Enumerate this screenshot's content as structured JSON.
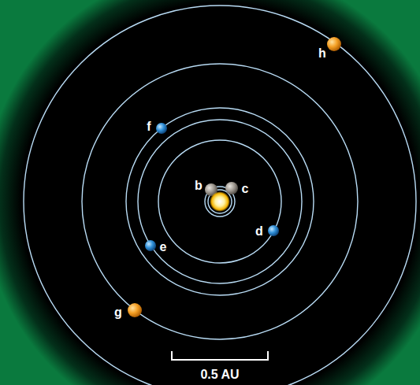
{
  "diagram": {
    "labels": [
      "b",
      "c",
      "d",
      "e",
      "f",
      "g",
      "h",
      "0.5 AU"
    ]
  }
}
